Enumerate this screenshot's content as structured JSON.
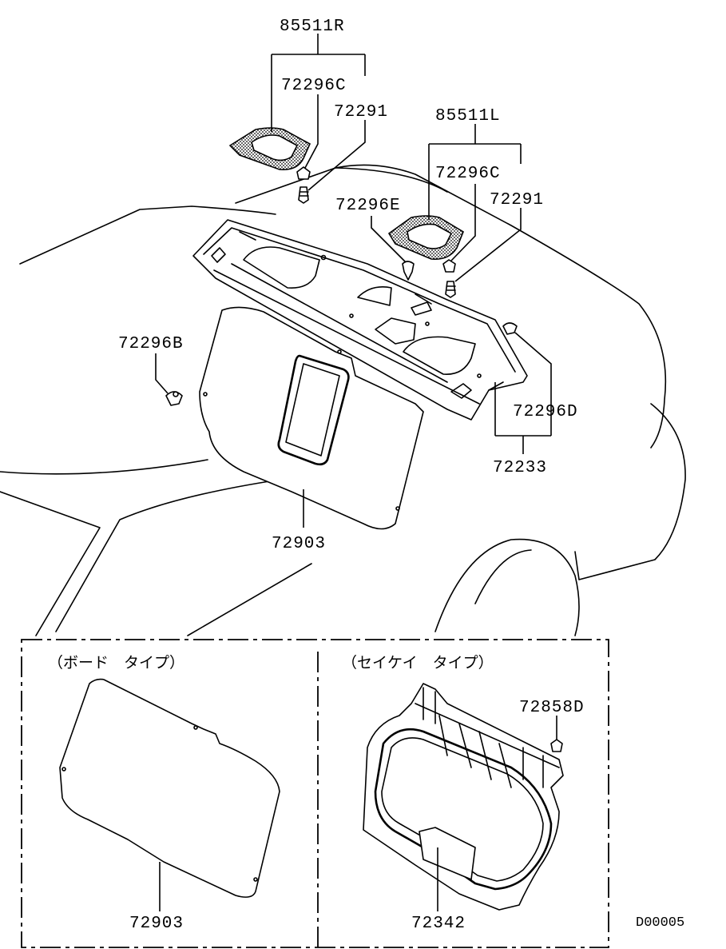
{
  "labels": {
    "p85511R": "85511R",
    "p72296C_r": "72296C",
    "p72291_r": "72291",
    "p85511L": "85511L",
    "p72296C_l": "72296C",
    "p72291_l": "72291",
    "p72296E": "72296E",
    "p72296B": "72296B",
    "p72296D": "72296D",
    "p72233": "72233",
    "p72903_top": "72903",
    "board_type": "（ボード　タイプ）",
    "molded_type": "（セイケイ　タイプ）",
    "p72858D": "72858D",
    "p72903_bottom": "72903",
    "p72342": "72342",
    "diagram_code": "D00005"
  }
}
